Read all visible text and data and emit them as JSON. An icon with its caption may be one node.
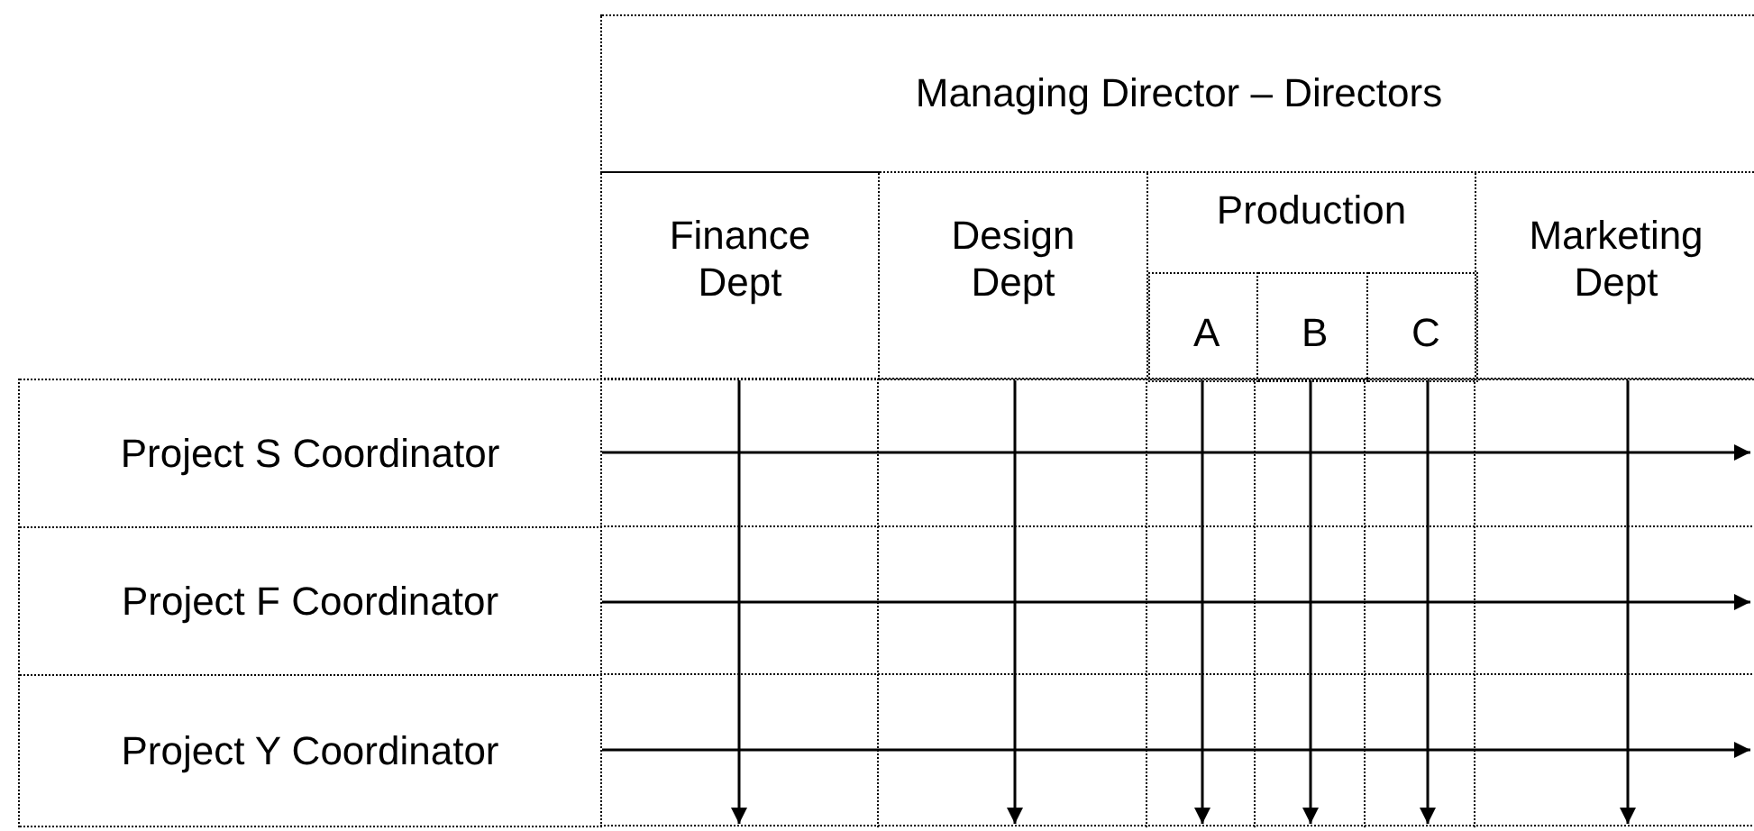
{
  "diagram": {
    "nodes": [
      {
        "text": [
          "Managing Director – Directors"
        ]
      },
      {
        "text": [
          "Finance Dept"
        ]
      },
      {
        "text": [
          "Design Dept"
        ]
      },
      {
        "text": [
          "Production"
        ]
      },
      {
        "text": [
          "A"
        ],
        "in": 3
      },
      {
        "text": [
          "B"
        ],
        "in": 3
      },
      {
        "text": [
          "C"
        ],
        "in": 3
      },
      {
        "text": [
          "Marketing Dept"
        ]
      },
      {
        "text": [
          "Project S Coordinator"
        ]
      },
      {
        "text": [
          "Project F Coordinator"
        ]
      },
      {
        "text": [
          "Project Y Coordinator"
        ]
      }
    ],
    "edges": [
      {
        "from": 1,
        "to": null,
        "arrow": "to"
      },
      {
        "from": 2,
        "to": null,
        "arrow": "to"
      },
      {
        "from": 4,
        "to": null,
        "arrow": "to"
      },
      {
        "from": 5,
        "to": null,
        "arrow": "to"
      },
      {
        "from": 6,
        "to": null,
        "arrow": "to"
      },
      {
        "from": 7,
        "to": null,
        "arrow": "to"
      },
      {
        "from": 8,
        "to": null,
        "arrow": "to"
      },
      {
        "from": 9,
        "to": null,
        "arrow": "to"
      },
      {
        "from": 10,
        "to": null,
        "arrow": "to"
      }
    ]
  }
}
